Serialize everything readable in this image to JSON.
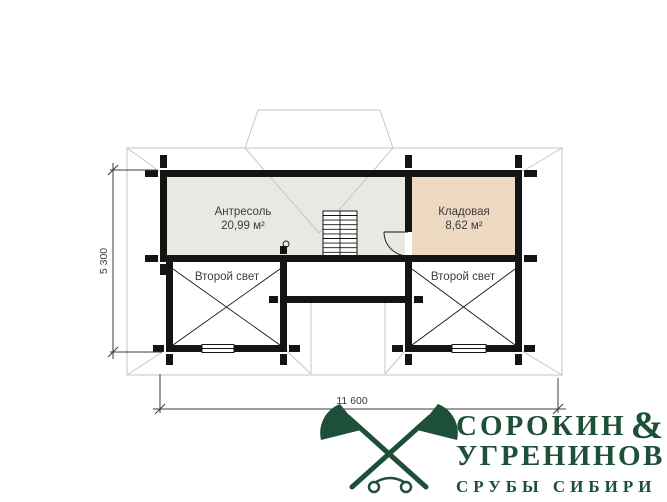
{
  "colors": {
    "wall": "#141414",
    "roof_line": "#c6c6c6",
    "room_antresol_fill": "#e9e8e2",
    "room_kladovaya_fill": "#edd9c1",
    "label_text": "#3c3c3c",
    "dimension_text": "#3c3c3c",
    "logo_green": "#1e4f38"
  },
  "plan": {
    "rooms": [
      {
        "name": "Антресоль",
        "area": "20,99 м²"
      },
      {
        "name": "Кладовая",
        "area": "8,62 м²"
      },
      {
        "name": "Второй свет"
      },
      {
        "name": "Второй свет"
      }
    ],
    "dimensions": {
      "vertical": "5 300",
      "horizontal": "11 600"
    }
  },
  "logo": {
    "icon": "crossed-axes",
    "name_line1": "СОРОКИН",
    "ampersand": "&",
    "name_line2": "УГРЕНИНОВ",
    "tagline": "СРУБЫ СИБИРИ"
  }
}
